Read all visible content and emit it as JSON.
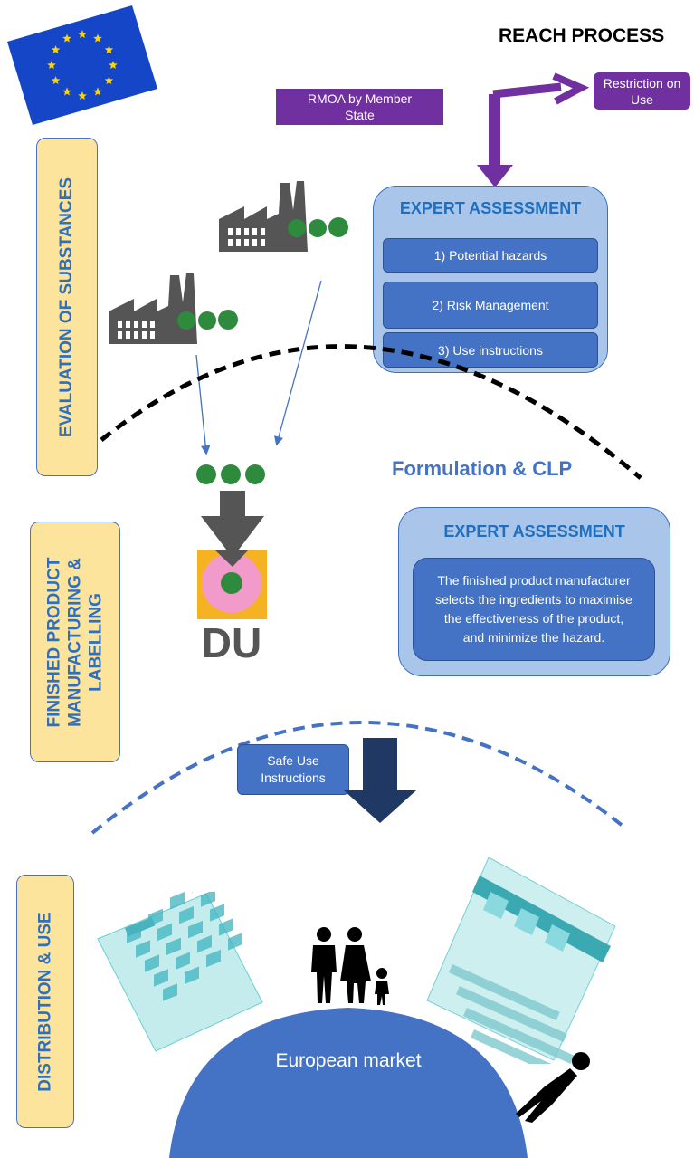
{
  "title": "REACH PROCESS",
  "rmoa": "RMOA by Member State",
  "restriction": "Restriction on Use",
  "sections": {
    "evaluation": "EVALUATION OF SUBSTANCES",
    "finished_line1": "FINISHED PRODUCT",
    "finished_line2": "MANUFACTURING &",
    "finished_line3": "LABELLING",
    "distribution": "DISTRIBUTION & USE"
  },
  "expert1": {
    "title": "EXPERT ASSESSMENT",
    "items": [
      "1) Potential hazards",
      "2) Risk Management",
      "3) Use instructions"
    ]
  },
  "formulation": "Formulation & CLP",
  "expert2": {
    "title": "EXPERT ASSESSMENT",
    "text": "The finished product manufacturer selects the ingredients to maximise the effectiveness of the product, and minimize the hazard."
  },
  "du_logo": "DU",
  "safe_use": "Safe Use Instructions",
  "market": "European market",
  "icons": {
    "flag": "eu-flag-icon",
    "factory": "factory-icon",
    "family": "family-icon",
    "person": "person-icon",
    "building": "building-icon",
    "shop": "shopping-centre-icon"
  },
  "colors": {
    "purple": "#7030a0",
    "blue": "#4472c4",
    "green": "#2e8b3e",
    "label_yellow": "#fce49c"
  }
}
